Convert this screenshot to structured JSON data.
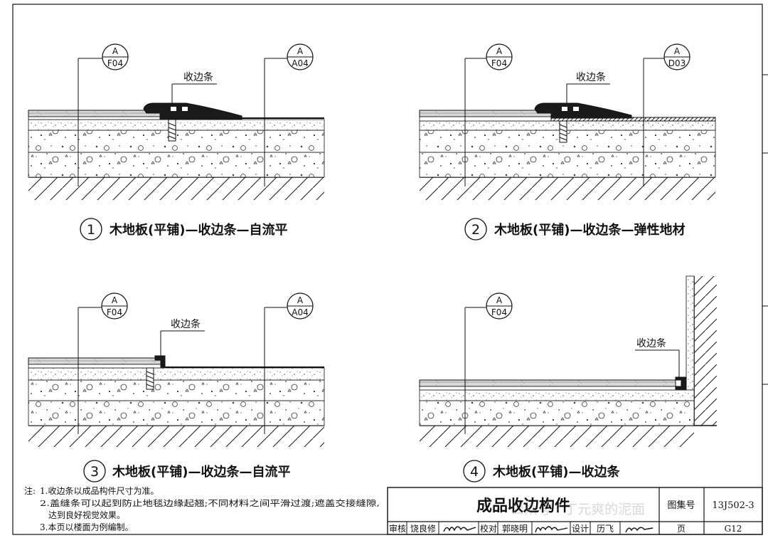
{
  "details": [
    {
      "number": "1",
      "title": "木地板(平铺)—收边条—自流平",
      "callout_label": "收边条",
      "refs": [
        {
          "top": "A",
          "bottom": "F04"
        },
        {
          "top": "A",
          "bottom": "A04"
        }
      ]
    },
    {
      "number": "2",
      "title": "木地板(平铺)—收边条—弹性地材",
      "callout_label": "收边条",
      "refs": [
        {
          "top": "A",
          "bottom": "F04"
        },
        {
          "top": "A",
          "bottom": "D03"
        }
      ]
    },
    {
      "number": "3",
      "title": "木地板(平铺)—收边条—自流平",
      "callout_label": "收边条",
      "refs": [
        {
          "top": "A",
          "bottom": "F04"
        },
        {
          "top": "A",
          "bottom": "A04"
        }
      ]
    },
    {
      "number": "4",
      "title": "木地板(平铺)—收边条",
      "callout_label": "收边条",
      "refs": [
        {
          "top": "A",
          "bottom": "F04"
        }
      ]
    }
  ],
  "notes": {
    "label": "注:",
    "lines": [
      "1.收边条以成品构件尺寸为准。",
      "2.盖缝条可以起到防止地毯边缘起翘;不同材料之间平滑过渡;遮盖交接缝隙,",
      "达到良好视觉效果。",
      "3.本页以楼面为例编制。"
    ]
  },
  "title_block": {
    "title": "成品收边构件",
    "atlas_label": "图集号",
    "atlas_number": "13J502-3",
    "page_label": "页",
    "page_number": "G12",
    "review_label": "审核",
    "reviewer": "饶良修",
    "check_label": "校对",
    "checker": "郭晓明",
    "design_label": "设计",
    "designer": "历飞"
  },
  "watermark": "公众号 · 丁元爽的泥面"
}
